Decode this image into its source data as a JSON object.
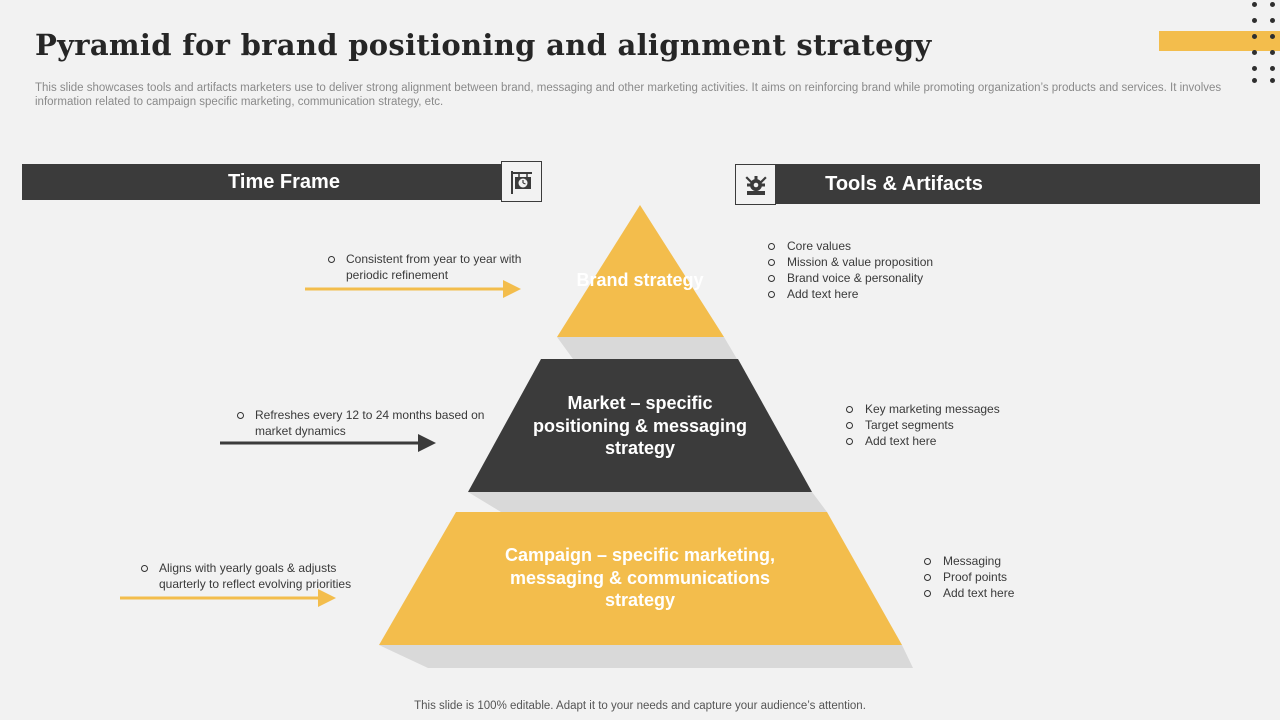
{
  "title": "Pyramid for brand positioning and alignment strategy",
  "subtitle": "This slide showcases tools and artifacts marketers use to deliver strong alignment between brand, messaging and other marketing activities. It aims on reinforcing brand while promoting organization’s products and services. It involves information related to campaign specific marketing, communication strategy, etc.",
  "headers": {
    "time_frame": "Time Frame",
    "tools": "Tools & Artifacts"
  },
  "icons": {
    "time_frame_icon": "signboard-clock-icon",
    "tools_icon": "gear-tools-icon"
  },
  "colors": {
    "accent": "#f3bd4c",
    "dark": "#3b3b3b",
    "shadow": "#d9d9d9",
    "background": "#f2f2f2"
  },
  "tiers": [
    {
      "label": "Brand strategy",
      "color": "#f3bd4c",
      "time_frame": "Consistent from  year to year with periodic  refinement",
      "tools": [
        "Core values",
        "Mission & value  proposition",
        "Brand voice  & personality",
        "Add text here"
      ]
    },
    {
      "label": "Market – specific positioning & messaging strategy",
      "color": "#3b3b3b",
      "time_frame": "Refreshes  every  12 to 24  months based on market dynamics",
      "tools": [
        "Key marketing messages",
        "Target  segments",
        "Add text here"
      ]
    },
    {
      "label": "Campaign – specific marketing, messaging & communications strategy",
      "color": "#f3bd4c",
      "time_frame": "Aligns with yearly goals  & adjusts quarterly to reflect evolving  priorities",
      "tools": [
        "Messaging",
        "Proof points",
        "Add text here"
      ]
    }
  ],
  "footer": "This slide is 100% editable. Adapt it to your needs and capture your audience’s attention."
}
